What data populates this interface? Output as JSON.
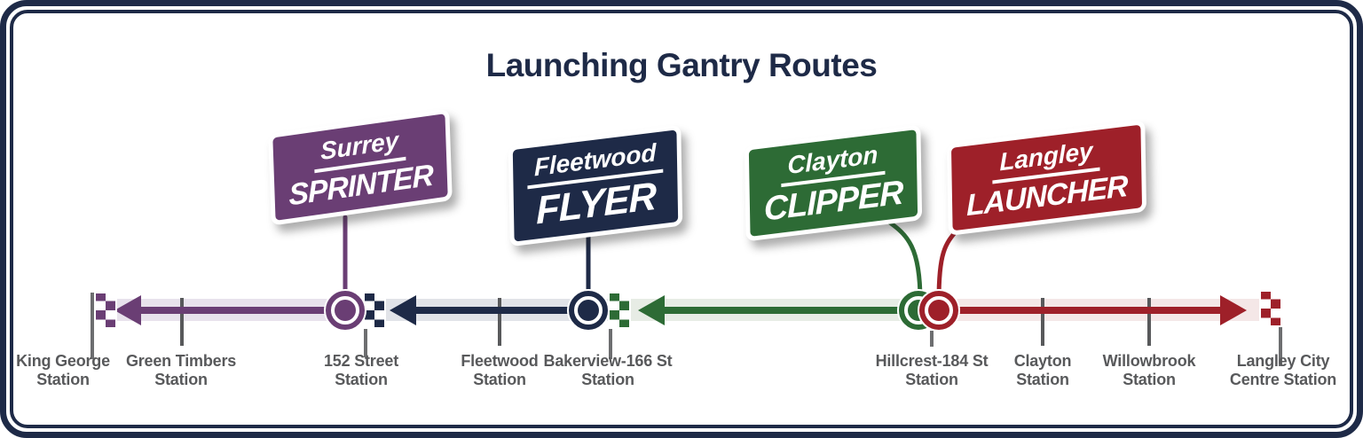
{
  "title": "Launching Gantry Routes",
  "colors": {
    "navy": "#1e2a47",
    "purple": "#6a3e74",
    "green": "#2d6b35",
    "red": "#9e2029",
    "gray": "#58595b",
    "pole-gray": "#6d6e70",
    "band-purple": "#e8e2ec",
    "band-navy": "#e1e3e8",
    "band-green": "#e7ece5",
    "band-red": "#f4e7e7"
  },
  "routes": [
    {
      "top": "Surrey",
      "bottom": "SPRINTER",
      "color": "#6a3e74"
    },
    {
      "top": "Fleetwood",
      "bottom": "FLYER",
      "color": "#1e2a47"
    },
    {
      "top": "Clayton",
      "bottom": "CLIPPER",
      "color": "#2d6b35"
    },
    {
      "top": "Langley",
      "bottom": "LAUNCHER",
      "color": "#9e2029"
    }
  ],
  "stations": [
    {
      "lines": [
        "King George",
        "Station"
      ],
      "marker": "purple-checkered-flag"
    },
    {
      "lines": [
        "Green Timbers",
        "Station"
      ],
      "marker": "tick"
    },
    {
      "lines": [
        "152 Street",
        "Station"
      ],
      "marker": "purple-circle-with-navy-checkered-flag"
    },
    {
      "lines": [
        "Fleetwood",
        "Station"
      ],
      "marker": "tick"
    },
    {
      "lines": [
        "Bakerview-166 St",
        "Station"
      ],
      "marker": "navy-circle-with-green-checkered-flag"
    },
    {
      "lines": [
        "Hillcrest-184 St",
        "Station"
      ],
      "marker": "green-and-red-circles"
    },
    {
      "lines": [
        "Clayton",
        "Station"
      ],
      "marker": "tick"
    },
    {
      "lines": [
        "Willowbrook",
        "Station"
      ],
      "marker": "tick"
    },
    {
      "lines": [
        "Langley City",
        "Centre Station"
      ],
      "marker": "red-checkered-flag"
    }
  ]
}
